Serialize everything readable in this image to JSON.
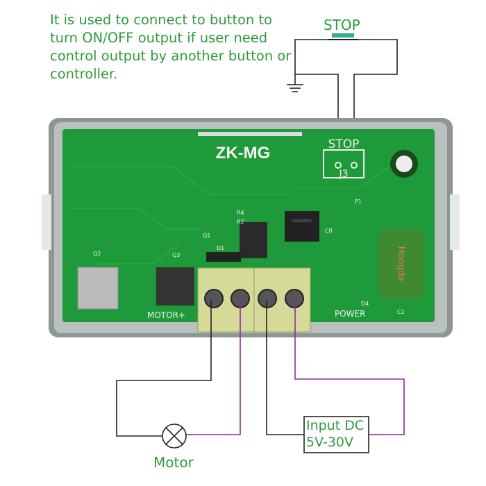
{
  "caption": "It is used to connect to button to turn ON/OFF output if user need control output by another button or controller.",
  "switch_label": "STOP",
  "board": {
    "model": "ZK-MG",
    "stop_silk": "STOP",
    "j3": "J3",
    "motor_silk": "MOTOR+",
    "power_silk": "POWER",
    "parts": [
      "R4",
      "R2",
      "Q1",
      "D1",
      "Q2",
      "Q3",
      "C8",
      "P1",
      "D4",
      "C1"
    ],
    "chip": "nuvoton",
    "capacitor": "Hongda"
  },
  "motor_label": "Motor",
  "input": {
    "line1": "Input DC",
    "line2": "5V-30V"
  },
  "colors": {
    "text": "#2e9a3c",
    "pcb": "#1f9a3a",
    "wire_purple": "#8b2a9a",
    "terminal": "#d6da98"
  }
}
